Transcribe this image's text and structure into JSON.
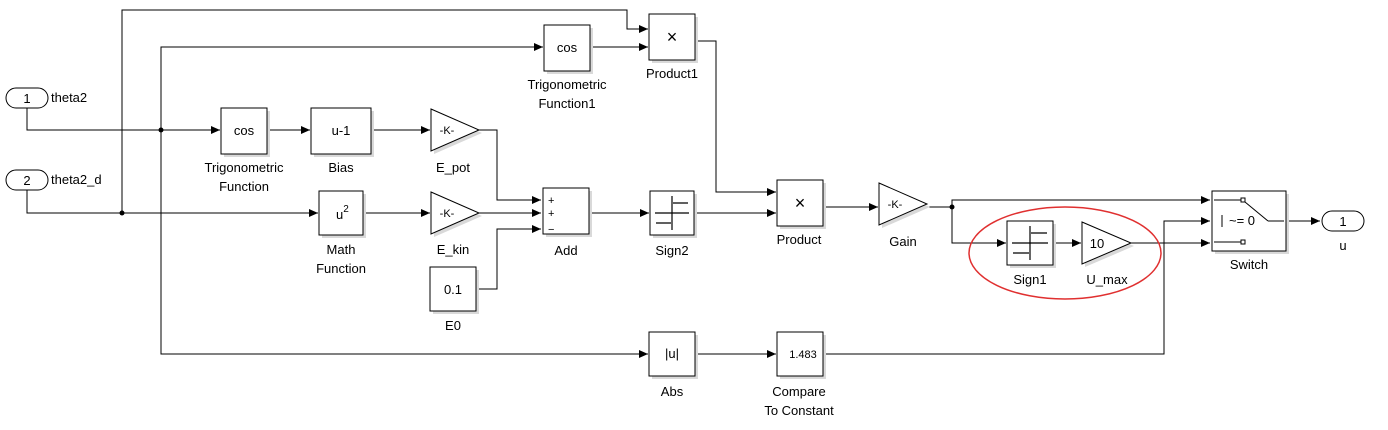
{
  "inports": [
    {
      "id": "in1",
      "number": "1",
      "name": "theta2"
    },
    {
      "id": "in2",
      "number": "2",
      "name": "theta2_d"
    }
  ],
  "outports": [
    {
      "id": "out1",
      "number": "1",
      "name": "u"
    }
  ],
  "blocks": {
    "trig": {
      "text": "cos",
      "label_line1": "Trigonometric",
      "label_line2": "Function"
    },
    "trig1": {
      "text": "cos",
      "label_line1": "Trigonometric",
      "label_line2": "Function1"
    },
    "bias": {
      "text": "u-1",
      "label": "Bias"
    },
    "epot": {
      "text": "-K-",
      "label": "E_pot"
    },
    "math": {
      "text_base": "u",
      "text_sup": "2",
      "label_line1": "Math",
      "label_line2": "Function"
    },
    "ekin": {
      "text": "-K-",
      "label": "E_kin"
    },
    "e0": {
      "text": "0.1",
      "label": "E0"
    },
    "add": {
      "signs": [
        "+",
        "+",
        "−"
      ],
      "label": "Add"
    },
    "sign2": {
      "label": "Sign2"
    },
    "product1": {
      "text": "×",
      "label": "Product1"
    },
    "product": {
      "text": "×",
      "label": "Product"
    },
    "gain": {
      "text": "-K-",
      "label": "Gain"
    },
    "sign1": {
      "label": "Sign1"
    },
    "umax": {
      "text": "10",
      "label": "U_max"
    },
    "switch": {
      "text": "~= 0",
      "label": "Switch"
    },
    "abs": {
      "text": "|u|",
      "label": "Abs"
    },
    "compare": {
      "text": "1.483",
      "label_line1": "Compare",
      "label_line2": "To Constant"
    }
  },
  "highlight_color": "#e03030"
}
